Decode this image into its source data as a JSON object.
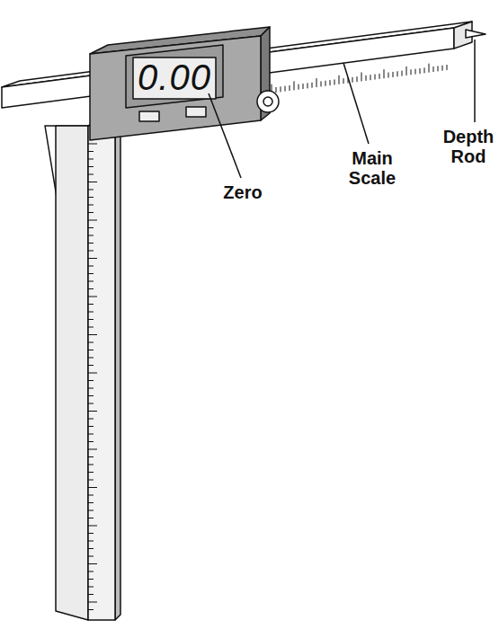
{
  "diagram": {
    "labels": [
      "0.00",
      "Zero",
      "Main Scale",
      "Depth Rod"
    ]
  }
}
